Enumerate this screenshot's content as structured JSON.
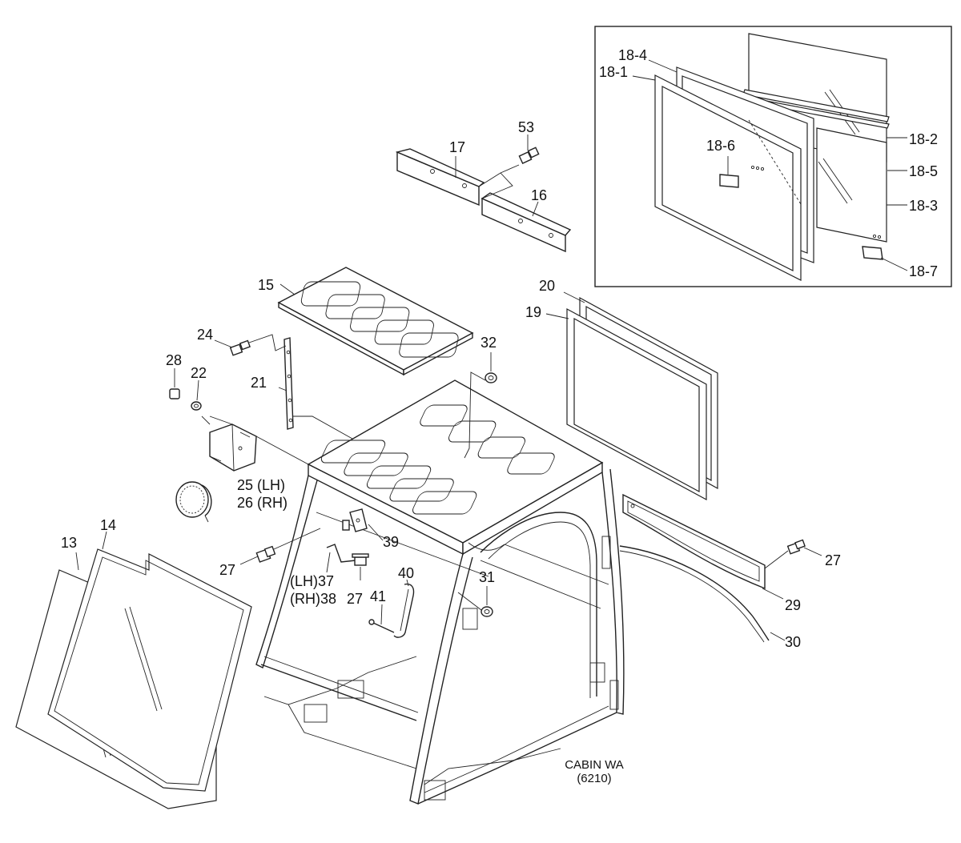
{
  "caption": {
    "line1": "CABIN WA",
    "line2": "(6210)"
  },
  "labels": {
    "p13": "13",
    "p14": "14",
    "p15": "15",
    "p16": "16",
    "p17": "17",
    "p18_1": "18-1",
    "p18_2": "18-2",
    "p18_3": "18-3",
    "p18_4": "18-4",
    "p18_5": "18-5",
    "p18_6": "18-6",
    "p18_7": "18-7",
    "p19": "19",
    "p20": "20",
    "p21": "21",
    "p22": "22",
    "p24": "24",
    "p25": "25 (LH)",
    "p26": "26 (RH)",
    "p27a": "27",
    "p27b": "27",
    "p27c": "27",
    "p28": "28",
    "p29": "29",
    "p30": "30",
    "p31": "31",
    "p32": "32",
    "p37": "(LH)37",
    "p38": "(RH)38",
    "p39": "39",
    "p40": "40",
    "p41": "41",
    "p53": "53"
  }
}
